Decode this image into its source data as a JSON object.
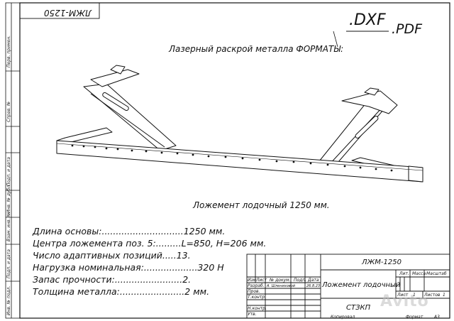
{
  "drawing": {
    "code": "ЛЖМ-1250",
    "formats": {
      "dxf": ".DXF",
      "pdf": ".PDF",
      "caption": "Лазерный раскрой металла ФОРМАТЫ:"
    },
    "product_caption": "Ложемент лодочный 1250 мм."
  },
  "specs": [
    {
      "label": "Длина основы:",
      "dots": ".............................",
      "value": "1250 мм."
    },
    {
      "label": "Центра ложемента поз. 5:",
      "dots": ".........",
      "value": "L=850, H=206 мм."
    },
    {
      "label": "Число адаптивных позиций",
      "dots": ".....",
      "value": "13."
    },
    {
      "label": "Нагрузка номинальная:",
      "dots": "...................",
      "value": "320 Н"
    },
    {
      "label": "Запас прочности:",
      "dots": "........................",
      "value": "2."
    },
    {
      "label": "Толщина металла:",
      "dots": ".......................",
      "value": "2 мм."
    }
  ],
  "side_margin": {
    "labels": [
      "Перв. примен.",
      "Справ. №",
      "Подп. и дата",
      "Инв. № дубл.",
      "Взам. инв. №",
      "Подп. и дата",
      "Инв. № подл."
    ]
  },
  "title_block": {
    "doc_code": "ЛЖМ-1250",
    "title": "Ложемент лодочный",
    "org": "СТЗКП",
    "header_cols": [
      "Изм",
      "Лист",
      "№ докум.",
      "Подп.",
      "Дата"
    ],
    "rows": [
      {
        "role": "Разраб.",
        "name": "А. Шлениховой",
        "date": "26.8.23"
      },
      {
        "role": "Пров.",
        "name": "",
        "date": ""
      },
      {
        "role": "Т.контр.",
        "name": "",
        "date": ""
      },
      {
        "role": "",
        "name": "",
        "date": ""
      },
      {
        "role": "Н.контр.",
        "name": "",
        "date": ""
      },
      {
        "role": "Утв.",
        "name": "",
        "date": ""
      }
    ],
    "lit_label": "Лит.",
    "mass_label": "Масса",
    "scale_label": "Масштаб",
    "sheet_label": "Лист",
    "sheet_no": "1",
    "sheets_label": "Листов",
    "sheets_total": "1",
    "copied": "Копировал",
    "format_label": "Формат",
    "format_value": "А3"
  },
  "watermark": "Avito"
}
